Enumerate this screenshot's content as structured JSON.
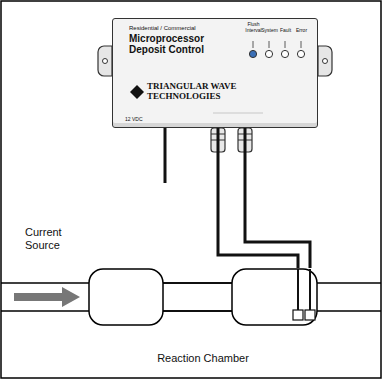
{
  "diagram": {
    "nodes": [
      {
        "text": [
          "Residential / Commercial",
          "Microprocessor Deposit Control",
          "Flush Interval",
          "System",
          "Fault",
          "Error",
          "TRIANGULAR WAVE TECHNOLOGIES",
          "12 VDC"
        ]
      },
      {
        "text": [
          "Reaction Chamber"
        ]
      }
    ],
    "edges": [
      {
        "from": 0,
        "to": 1,
        "arrow": "none"
      },
      {
        "from": 0,
        "to": 1,
        "arrow": "none"
      }
    ],
    "labels": [
      "Current Source"
    ]
  }
}
